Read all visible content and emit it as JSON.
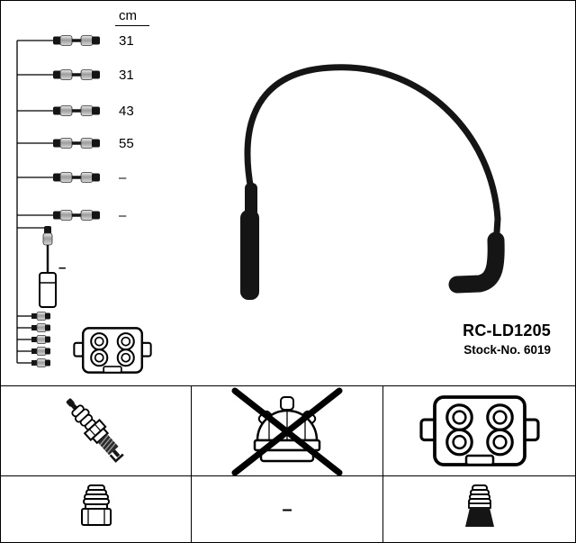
{
  "diagram": {
    "unit": "cm",
    "lengths": [
      "31",
      "31",
      "43",
      "55",
      "–",
      "–"
    ],
    "sensor_length": "–"
  },
  "product": {
    "reference": "RC-LD1205",
    "stock_number": "Stock-No. 6019"
  },
  "legend": {
    "dash": "–",
    "row1_icons": [
      "spark-plug-icon",
      "distributor-cap-crossed-out-icon",
      "ignition-coil-pack-icon"
    ],
    "row2_icons": [
      "plug-boot-icon",
      "dash",
      "coil-boot-icon"
    ]
  },
  "icons": {
    "diagram": [
      "wiring-harness",
      "ignition-cable-icon",
      "sensor-cable-icon",
      "mini-connector-icon",
      "ignition-coil-pack-icon",
      "main-ignition-cable-icon"
    ]
  },
  "colors": {
    "outline": "#000000",
    "cable_black": "#151515",
    "metal_light": "#ededed",
    "metal_dark": "#9c9c9c",
    "background": "#ffffff"
  }
}
